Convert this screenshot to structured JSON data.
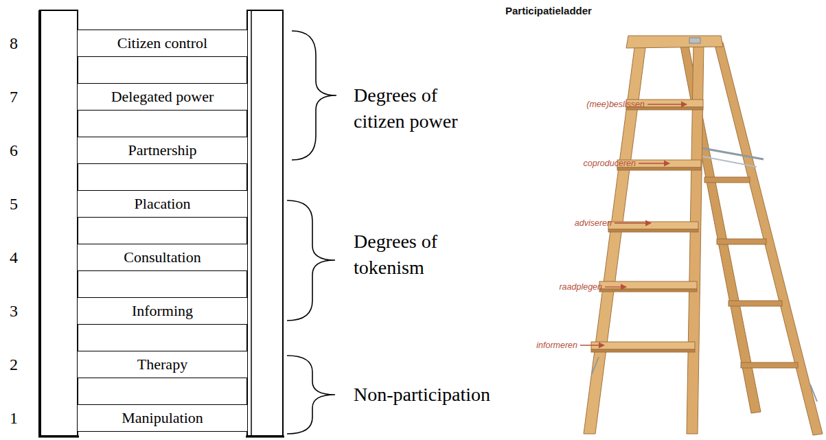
{
  "diagram": {
    "title": "Participatieladder",
    "nodes": [
      {
        "text": [
          "Citizen control"
        ]
      },
      {
        "text": [
          "Delegated power"
        ]
      },
      {
        "text": [
          "Partnership"
        ]
      },
      {
        "text": [
          "Placation"
        ]
      },
      {
        "text": [
          "Consultation"
        ]
      },
      {
        "text": [
          "Informing"
        ]
      },
      {
        "text": [
          "Therapy"
        ]
      },
      {
        "text": [
          "Manipulation"
        ]
      }
    ],
    "labels": [
      "8",
      "7",
      "6",
      "5",
      "4",
      "3",
      "2",
      "1",
      "Degrees of citizen power",
      "Degrees of tokenism",
      "Non-participation",
      "(mee)beslissen",
      "coproduceren",
      "adviseren",
      "raadplegen",
      "informeren"
    ]
  }
}
